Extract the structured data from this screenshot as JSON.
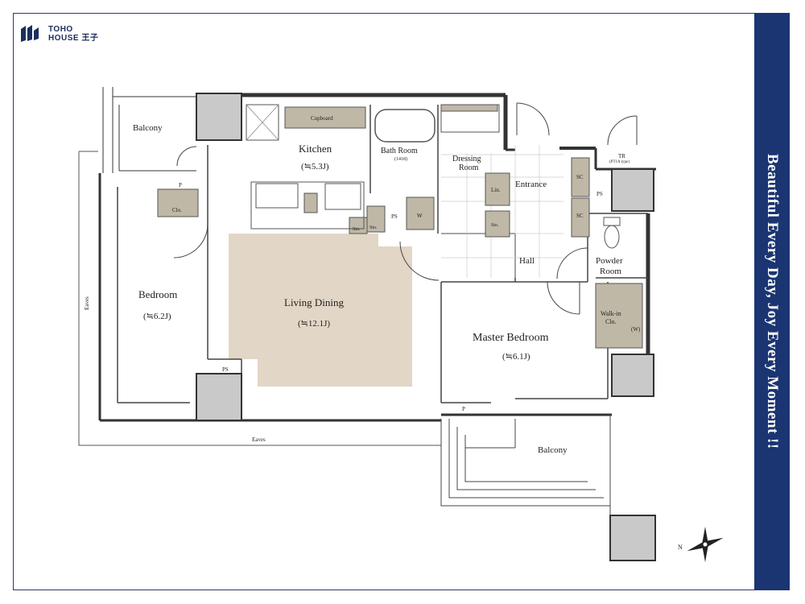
{
  "brand": {
    "line1": "TOHO",
    "line2": "HOUSE 王子"
  },
  "tagline": "Beautiful Every Day, Joy Every Moment !!",
  "rooms": {
    "balcony_top": "Balcony",
    "kitchen": "Kitchen",
    "kitchen_size": "(≒5.3J)",
    "cupboard": "Cupboard",
    "bath": "Bath Room",
    "bath_size": "(1418)",
    "dressing_1": "Dressing",
    "dressing_2": "Room",
    "entrance": "Entrance",
    "tr": "TR",
    "tr_sub": "(PT1A type)",
    "bedroom": "Bedroom",
    "bedroom_size": "(≒6.2J)",
    "living": "Living Dining",
    "living_size": "(≒12.1J)",
    "hall": "Hall",
    "powder_1": "Powder",
    "powder_2": "Room",
    "walkin_1": "Walk-in",
    "walkin_2": "Clo.",
    "walkin_w": "(W)",
    "master": "Master Bedroom",
    "master_size": "(≒6.1J)",
    "balcony_bottom": "Balcony",
    "eaves_left": "Eaves",
    "eaves_bottom": "Eaves",
    "clo": "Clo.",
    "lin": "Lin.",
    "sto": "Sto.",
    "sc": "SC",
    "ps": "PS",
    "p": "P",
    "w": "W"
  },
  "compass": {
    "n": "N"
  },
  "colors": {
    "band": "#1b3573",
    "living_floor": "#e2d6c6",
    "storage": "#bfb8a6",
    "pillar": "#c9c9c9",
    "wall": "#3a3a3a"
  }
}
